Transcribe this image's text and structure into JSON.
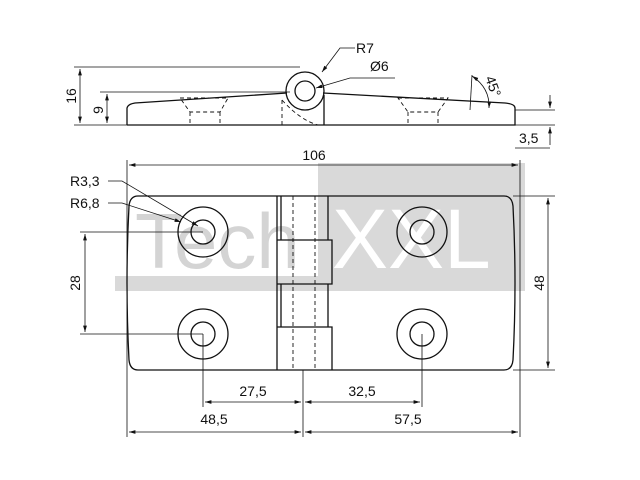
{
  "title": "Hinge technical drawing",
  "watermark": {
    "text_left": "Tech",
    "text_right": "XXL",
    "color": "#d9d9d9"
  },
  "side_view": {
    "dims": {
      "height_total": "16",
      "height_plate": "9",
      "thickness_edge": "3,5",
      "angle": "45°",
      "knuckle_radius": "R7",
      "pin_diameter": "Ø6"
    }
  },
  "front_view": {
    "dims": {
      "length": "106",
      "width": "48",
      "hole_spacing_vertical": "28",
      "hole_left_offset": "27,5",
      "hole_right_offset": "32,5",
      "left_leaf": "48,5",
      "right_leaf": "57,5",
      "hole_radius": "R3,3",
      "counterbore_radius": "R6,8"
    }
  }
}
